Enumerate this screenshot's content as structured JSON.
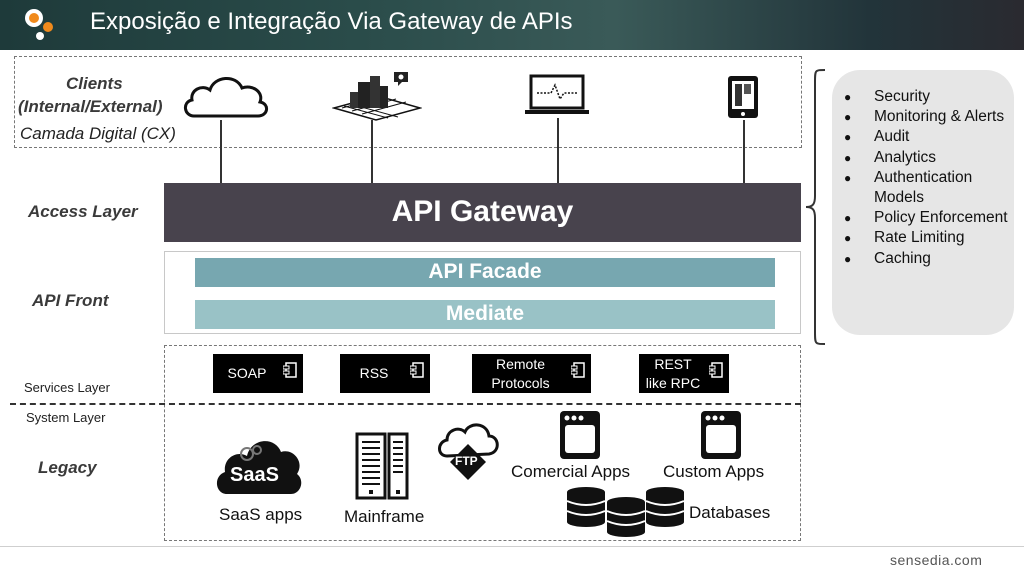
{
  "header": {
    "title": "Exposição e Integração Via Gateway de APIs"
  },
  "brand": "sensedia.com",
  "labels": {
    "clients_line1": "Clients",
    "clients_line2": "(Internal/External)",
    "digital_layer": "Camada Digital (CX)",
    "access_layer": "Access Layer",
    "api_front": "API Front",
    "services_layer": "Services Layer",
    "system_layer": "System Layer",
    "legacy": "Legacy"
  },
  "gateway": {
    "label": "API Gateway"
  },
  "front": {
    "facade": "API Facade",
    "mediate": "Mediate"
  },
  "services": [
    {
      "label": "SOAP"
    },
    {
      "label": "RSS"
    },
    {
      "label": "Remote\nProtocols"
    },
    {
      "label": "REST\nlike RPC"
    }
  ],
  "legacy_items": {
    "saas": "SaaS apps",
    "saas_badge": "SaaS",
    "mainframe": "Mainframe",
    "ftp_badge": "FTP",
    "commercial": "Comercial Apps",
    "custom": "Custom Apps",
    "databases": "Databases"
  },
  "features": [
    "Security",
    "Monitoring & Alerts",
    "Audit",
    "Analytics",
    "Authentication Models",
    "Policy Enforcement",
    "Rate Limiting",
    "Caching"
  ],
  "client_icons": [
    "cloud-icon",
    "buildings-icon",
    "laptop-icon",
    "tablet-icon"
  ],
  "colors": {
    "gateway": "#48434d",
    "facade": "#77a7b0",
    "mediate": "#99c2c6",
    "panel": "#e6e6e6"
  }
}
